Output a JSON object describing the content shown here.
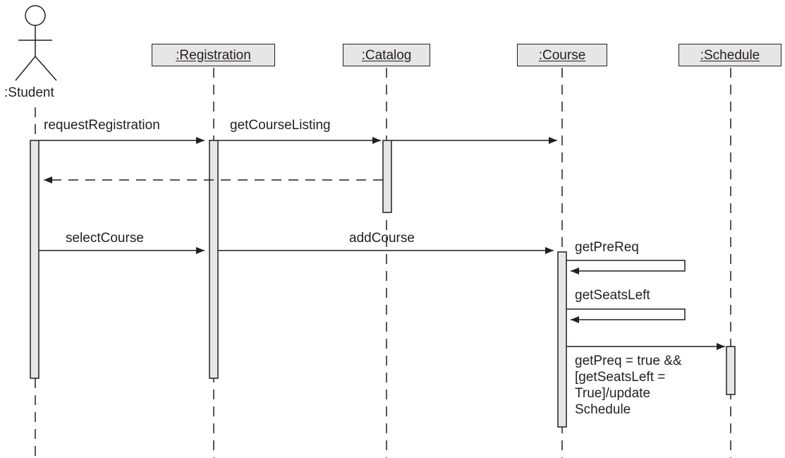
{
  "actor": {
    "label": ":Student"
  },
  "objects": {
    "registration": ":Registration",
    "catalog": ":Catalog",
    "course": ":Course",
    "schedule": ":Schedule"
  },
  "messages": {
    "request_registration": "requestRegistration",
    "get_course_listing": "getCourseListing",
    "select_course": "selectCourse",
    "add_course": "addCourse",
    "get_pre_req": "getPreReq",
    "get_seats_left": "getSeatsLeft"
  },
  "guard": {
    "lines": [
      "getPreq = true &&",
      "[getSeatsLeft =",
      "True]/update",
      "Schedule"
    ]
  },
  "colors": {
    "stroke": "#231f20",
    "box_fill": "#e6e6e6",
    "activation_fill": "#e6e6e6"
  }
}
